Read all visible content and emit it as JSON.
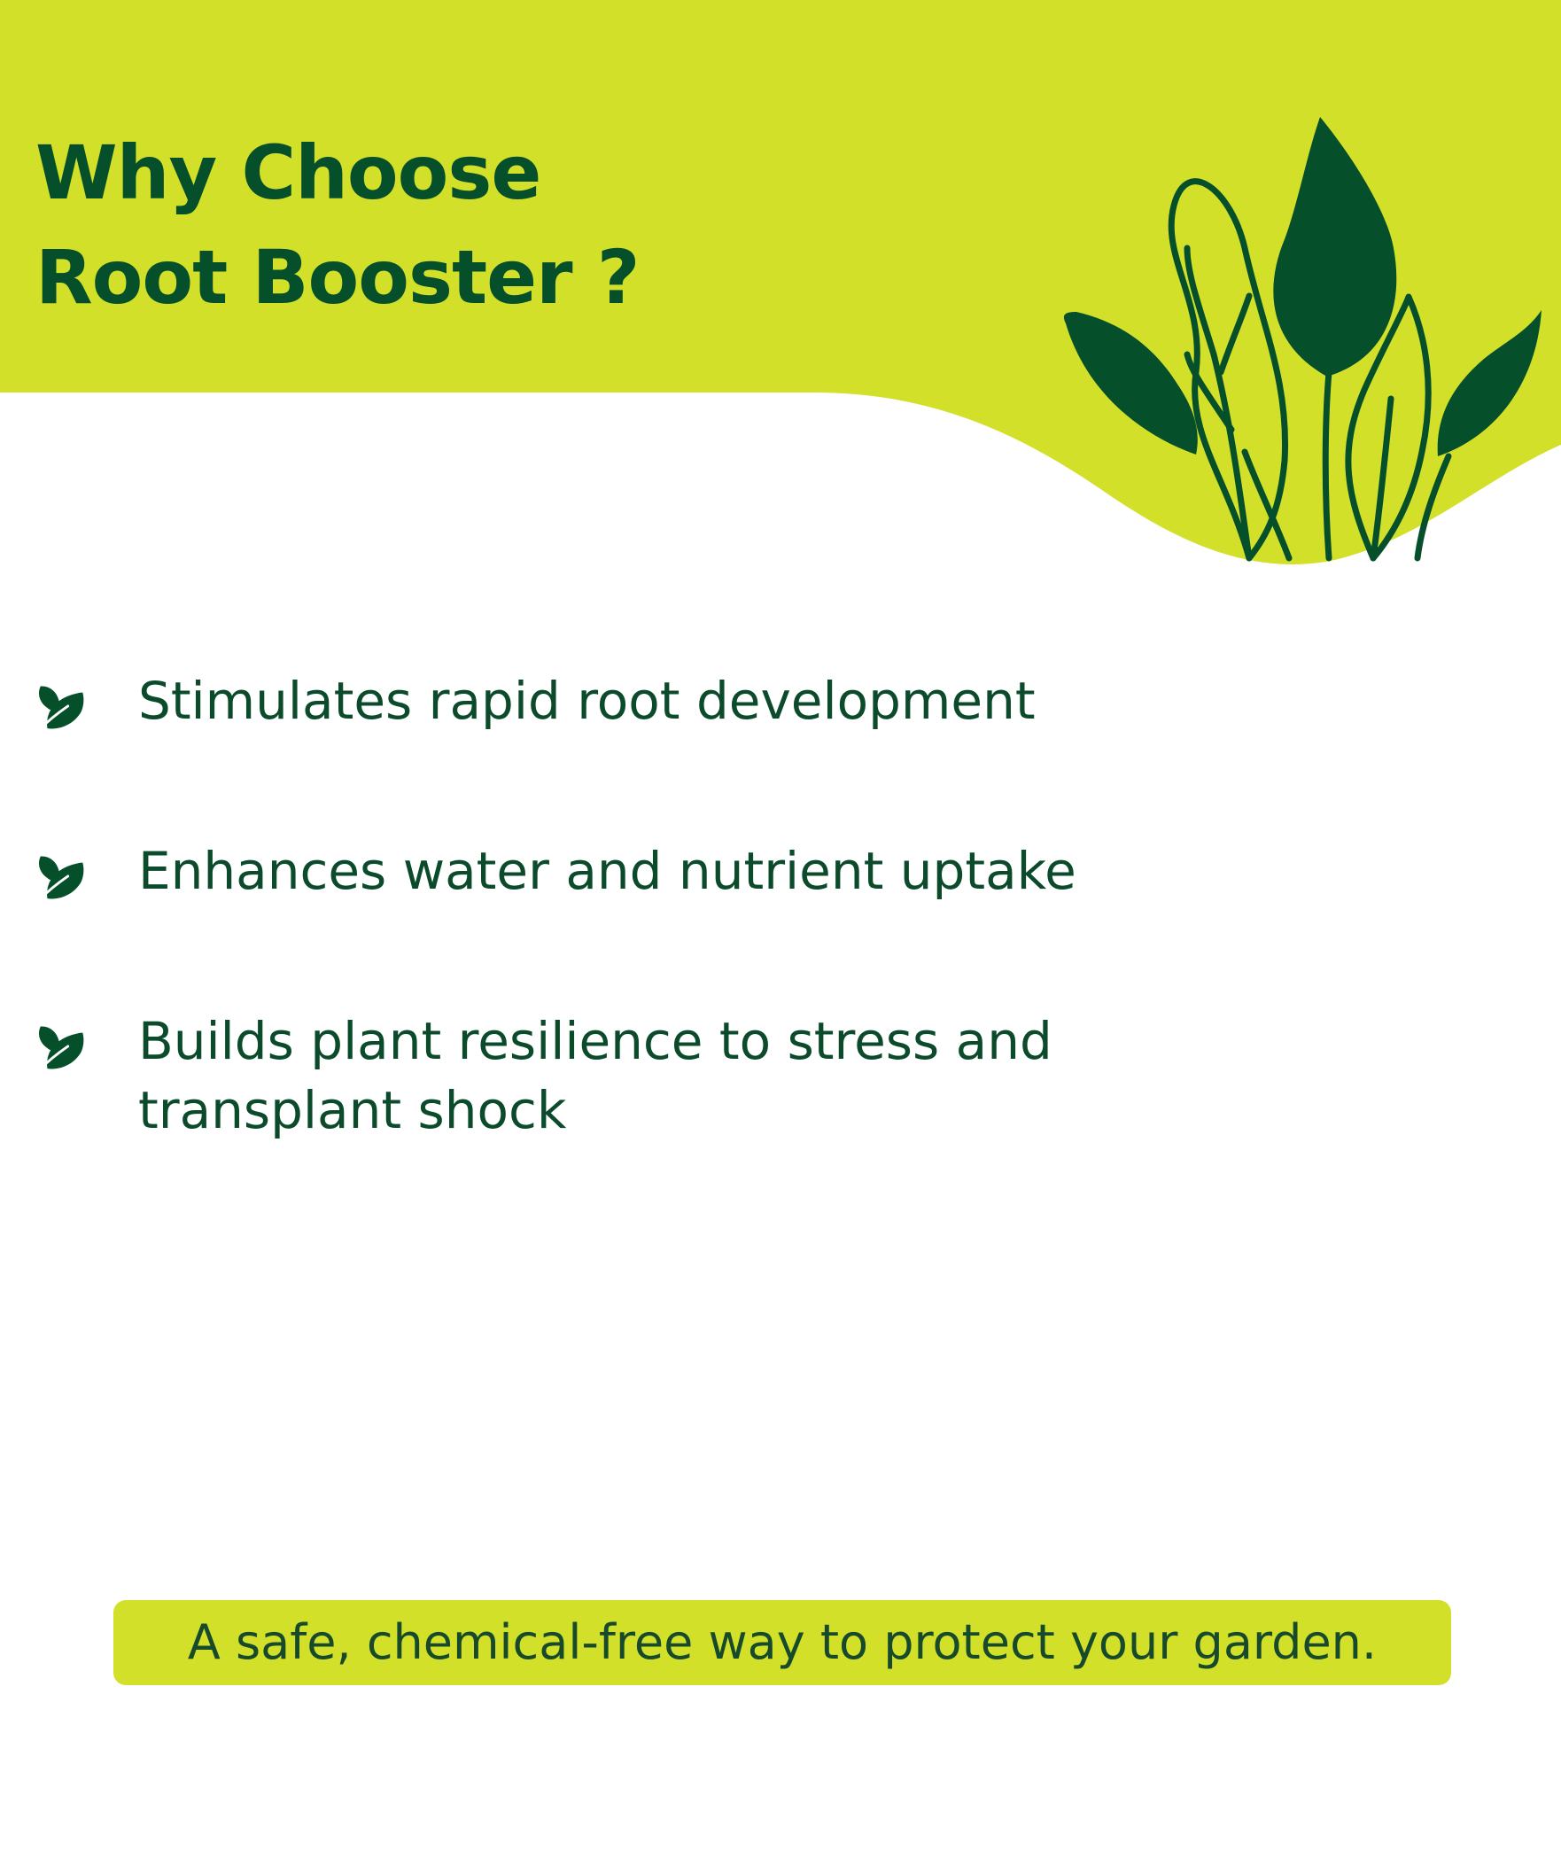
{
  "title": {
    "line1": "Why Choose",
    "line2": "Root Booster ?"
  },
  "benefits": [
    {
      "lines": [
        "Stimulates rapid root development"
      ],
      "icon": "leaf-icon"
    },
    {
      "lines": [
        "Enhances water and nutrient uptake"
      ],
      "icon": "leaf-icon"
    },
    {
      "lines": [
        "Builds plant resilience to stress and",
        "transplant shock"
      ],
      "icon": "leaf-icon"
    }
  ],
  "tagline": "A safe, chemical-free way to protect your garden.",
  "colors": {
    "header": "#d2e02a",
    "dark_green": "#05502b",
    "text_green": "#0b4b2b",
    "tagline_background": "#d2e02a",
    "background": "#ffffff"
  },
  "icons": {
    "header_art": "plant-illustration",
    "bullet": "leaf-icon"
  }
}
